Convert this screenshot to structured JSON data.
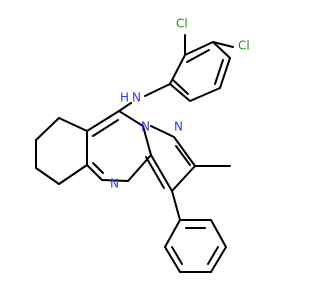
{
  "structure": {
    "atoms": {
      "cl_top": "Cl",
      "cl_right": "Cl",
      "n_amine": "N",
      "h_amine": "H",
      "n_pyrazole_bridge": "N",
      "n_pyrazole": "N",
      "n_pyrimidine": "N"
    }
  },
  "colors": {
    "bond": "#000000",
    "chlorine": "#1f8f1f",
    "nitrogen": "#2f38ff",
    "background": "#ffffff"
  }
}
